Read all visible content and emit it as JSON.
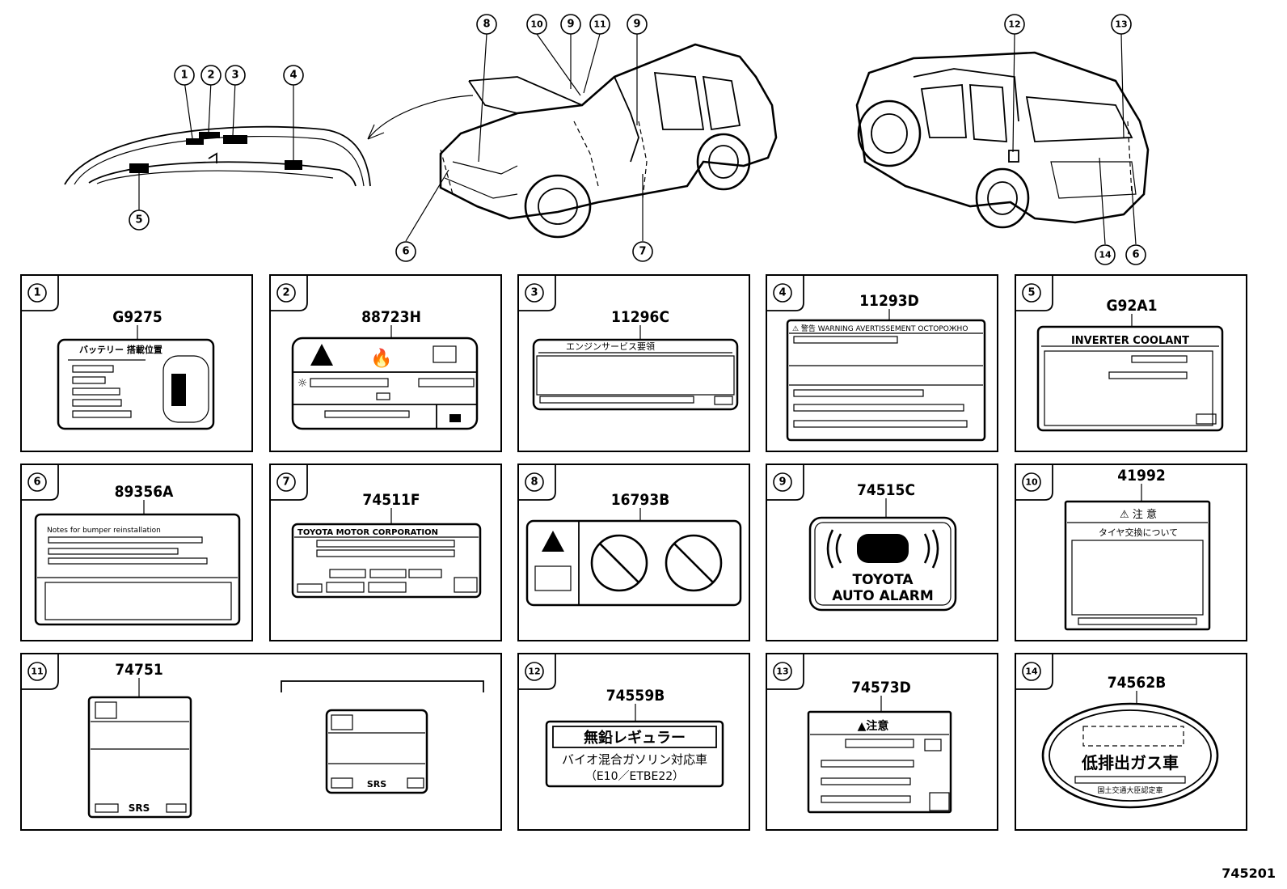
{
  "figure_number": "745201",
  "callouts": {
    "overview": [
      "1",
      "2",
      "3",
      "4",
      "5",
      "6",
      "7",
      "8",
      "9",
      "10",
      "11",
      "12",
      "13",
      "14"
    ]
  },
  "panels": [
    {
      "index": "1",
      "part_number": "G9275",
      "label_text": "バッテリー 搭載位置"
    },
    {
      "index": "2",
      "part_number": "88723H"
    },
    {
      "index": "3",
      "part_number": "11296C",
      "label_text": "エンジンサービス要領"
    },
    {
      "index": "4",
      "part_number": "11293D",
      "label_text": "⚠ 警告 WARNING AVERTISSEMENT ОСТОРОЖНО"
    },
    {
      "index": "5",
      "part_number": "G92A1",
      "label_text": "INVERTER COOLANT"
    },
    {
      "index": "6",
      "part_number": "89356A",
      "label_text": "Notes for bumper reinstallation"
    },
    {
      "index": "7",
      "part_number": "74511F",
      "label_text": "TOYOTA MOTOR CORPORATION"
    },
    {
      "index": "8",
      "part_number": "16793B"
    },
    {
      "index": "9",
      "part_number": "74515C",
      "label_line1": "TOYOTA",
      "label_line2": "AUTO ALARM"
    },
    {
      "index": "10",
      "part_number": "41992",
      "label_line1": "⚠ 注 意",
      "label_line2": "タイヤ交換について"
    },
    {
      "index": "11",
      "part_number": "74751",
      "label_text": "SRS"
    },
    {
      "index": "12",
      "part_number": "74559B",
      "label_line1": "無鉛レギュラー",
      "label_line2": "バイオ混合ガソリン対応車",
      "label_line3": "（E10／ETBE22）"
    },
    {
      "index": "13",
      "part_number": "74573D",
      "label_text": "▲注意"
    },
    {
      "index": "14",
      "part_number": "74562B",
      "label_line1": "低排出ガス車",
      "label_line2": "国土交通大臣認定車"
    }
  ]
}
